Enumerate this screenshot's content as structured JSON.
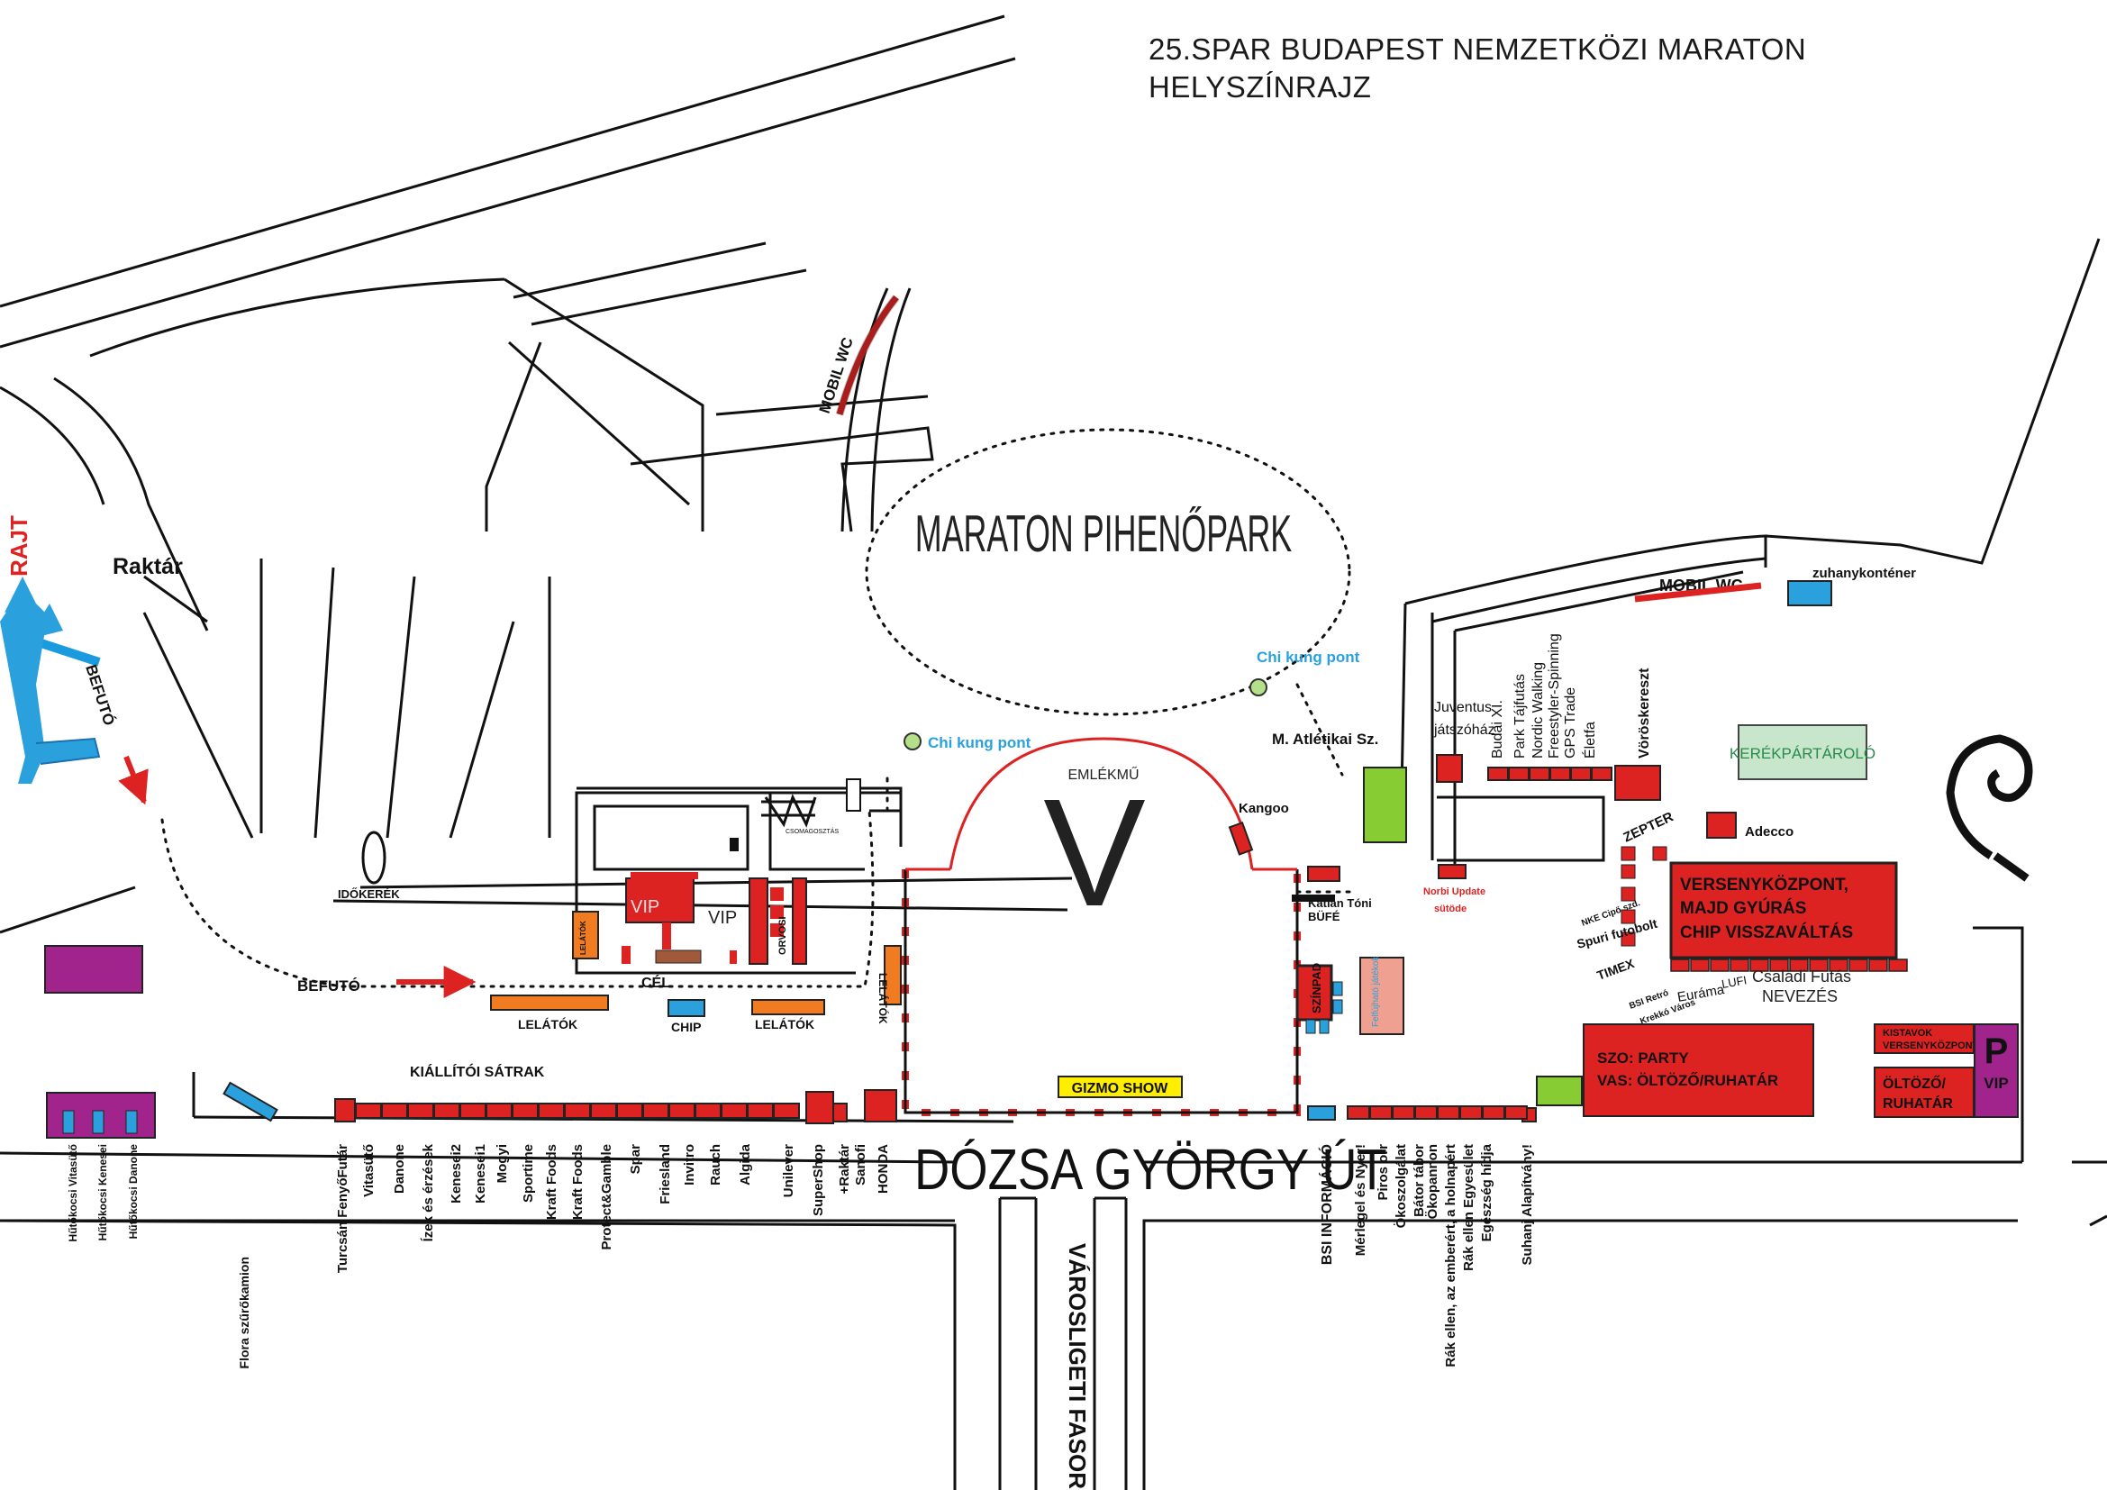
{
  "header": {
    "title": "25.SPAR BUDAPEST NEMZETKÖZI MARATON",
    "subtitle": "HELYSZÍNRAJZ"
  },
  "colors": {
    "red": "#dd2222",
    "orange": "#f07b20",
    "blue": "#2aa0dd",
    "purple": "#a0248c",
    "green": "#88cc33",
    "mint": "#c8e6cc",
    "salmon": "#f0a090",
    "yellow": "#ffee00"
  },
  "labels": {
    "rajt": "RAJT",
    "raktar": "Raktár",
    "befuto_vertical": "BEFUTÓ",
    "befuto_horizontal": "BEFUTÓ",
    "idokerek": "IDŐKERÉK",
    "mobil_wc_1": "MOBIL WC",
    "mobil_wc_2": "MOBIL WC",
    "zuhanykontener": "zuhanykonténer",
    "park": "MARATON PIHENŐPARK",
    "chi_kung_1": "Chi kung pont",
    "chi_kung_2": "Chi kung pont",
    "emlekmu": "EMLÉKMŰ",
    "v_letter": "V",
    "m_atletikai": "M. Atlétikai Sz.",
    "kangoo": "Kangoo",
    "vip_box": "VIP",
    "vip_text": "VIP",
    "orvosi": "ORVOSI",
    "csomagosztas": "CSOMAGOSZTÁS",
    "lelatok_small": "LELÁTÓK",
    "lelatok_vertical": "LELÁTÓK",
    "lelatok_1": "LELÁTÓK",
    "lelatok_2": "LELÁTÓK",
    "cel": "CÉL",
    "chip": "CHIP",
    "kiallitoi_satrak": "KIÁLLÍTÓI SÁTRAK",
    "gizmo_show": "GIZMO SHOW",
    "katlan_toni": "Katlan Tóni",
    "bufe": "BÜFÉ",
    "szinpad": "SZÍNPAD",
    "fellujthato": "Felfújható játékok",
    "norbi_1": "Norbi Update",
    "norbi_2": "sütöde",
    "kerekpartarolo": "KERÉKPÁRTÁROLÓ",
    "adecco": "Adecco",
    "zepter": "ZEPTER",
    "verseny_1": "VERSENYKÖZPONT,",
    "verseny_2": "MAJD GYÚRÁS",
    "verseny_3": "CHIP VISSZAVÁLTÁS",
    "nke": "NKE Cipő szd.",
    "spuri": "Spuri futobolt",
    "timex": "TIMEX",
    "bsi_retro": "BSI Retró",
    "krekko": "Krekkó Város",
    "eurama": "Euráma",
    "lufi": "LUFI",
    "csaladi": "Családi Futás",
    "nevezes": "NEVEZÉS",
    "party_1": "SZO: PARTY",
    "party_2": "VAS: ÖLTÖZŐ/RUHATÁR",
    "kisvs_1": "KISTAVOK",
    "kisvs_2": "VERSENYKÖZPONT",
    "oltozo_1": "ÖLTÖZŐ/",
    "oltozo_2": "RUHATÁR",
    "p_letter": "P",
    "vip_right": "VIP",
    "dozsa": "DÓZSA GYÖRGY ÚT",
    "varosligeti": "VÁROSLIGETI FASOR",
    "bsi_info": "BSI INFORMÁCIÓ",
    "flora": "Flora szűrőkamion"
  },
  "hutokocsi": [
    "Hűtőkocsi Vitasütő",
    "Hűtőkocsi Kenesei",
    "Hűtőkocsi Danone"
  ],
  "exhibitors_left": [
    "Turcsán FenyőFutár",
    "Vitasütő",
    "Danone",
    "Ízek és érzések",
    "Kenesei2",
    "Kenesei1",
    "Mogyi",
    "Sportime",
    "Kraft Foods",
    "Kraft Foods",
    "Protect&Gamble",
    "Spar",
    "Friesland",
    "Invitro",
    "Rauch",
    "Algida",
    "Unilever",
    "SuperShop",
    "+Raktár",
    "Sanofi",
    "HONDA"
  ],
  "exhibitors_right": [
    "Mérlegel és Nyer!",
    "Piros orr",
    "Ökoszolgálat",
    "Bátor tábor",
    "Ökopannon",
    "Rák ellen, az emberért, a holnapért",
    "Rák ellen Egyesület",
    "Egészség hídja",
    "Suhanj Alapítvány!"
  ],
  "tents_top": [
    "Juventus játszóház",
    "Budai XI.",
    "Park Tájfutás",
    "Nordic Walking",
    "Freestyler-Spinning",
    "GPS Trade",
    "Életfa",
    "Vöröskereszt"
  ]
}
